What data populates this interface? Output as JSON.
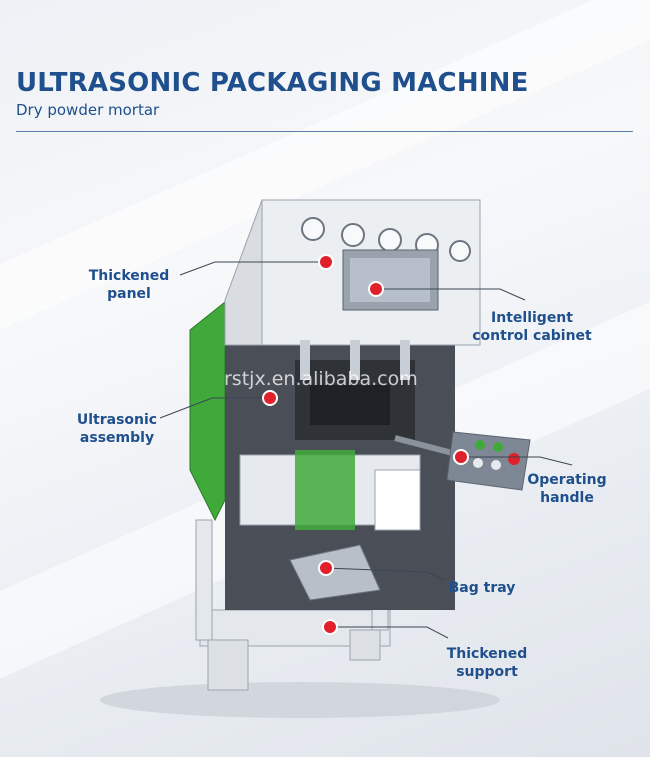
{
  "header": {
    "title": "ULTRASONIC PACKAGING MACHINE",
    "subtitle": "Dry powder mortar"
  },
  "callouts": {
    "thickened_panel": [
      "Thickened",
      "panel"
    ],
    "intelligent_control_cabinet": [
      "Intelligent",
      "control cabinet"
    ],
    "ultrasonic_assembly": [
      "Ultrasonic",
      "assembly"
    ],
    "operating_handle": [
      "Operating",
      "handle"
    ],
    "bag_tray": [
      "Bag tray"
    ],
    "thickened_support": [
      "Thickened",
      "support"
    ]
  },
  "watermark": "rstjx.en.alibaba.com",
  "colors": {
    "title": "#1f4f8c",
    "marker": "#e0202a",
    "machine_green": "#3faa3a",
    "machine_white": "#e8ebef"
  },
  "icons": [
    "red-marker-icon"
  ]
}
